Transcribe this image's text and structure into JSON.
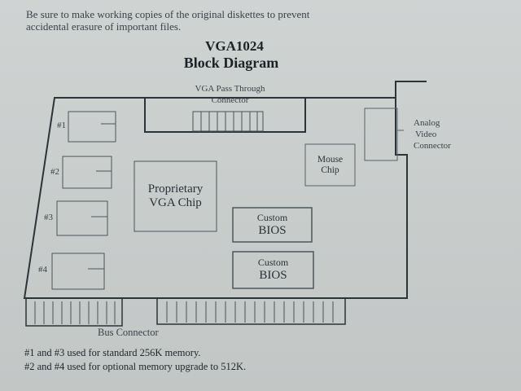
{
  "intro": {
    "line1": "Be sure to make working copies of the original diskettes to prevent",
    "line2": "accidental erasure of important files."
  },
  "title": {
    "line1": "VGA1024",
    "line2": "Block Diagram"
  },
  "labels": {
    "pass_through_1": "VGA Pass Through",
    "pass_through_2": "Connector",
    "analog_1": "Analog",
    "analog_2": "Video",
    "analog_3": "Connector",
    "mouse_1": "Mouse",
    "mouse_2": "Chip",
    "vga_chip_1": "Proprietary",
    "vga_chip_2": "VGA Chip",
    "bios1_1": "Custom",
    "bios1_2": "BIOS",
    "bios2_1": "Custom",
    "bios2_2": "BIOS",
    "bus": "Bus Connector",
    "mem1": "#1",
    "mem2": "#2",
    "mem3": "#3",
    "mem4": "#4"
  },
  "notes": {
    "line1": "#1 and #3 used for standard 256K memory.",
    "line2": "#2 and #4 used for optional memory upgrade to 512K."
  }
}
